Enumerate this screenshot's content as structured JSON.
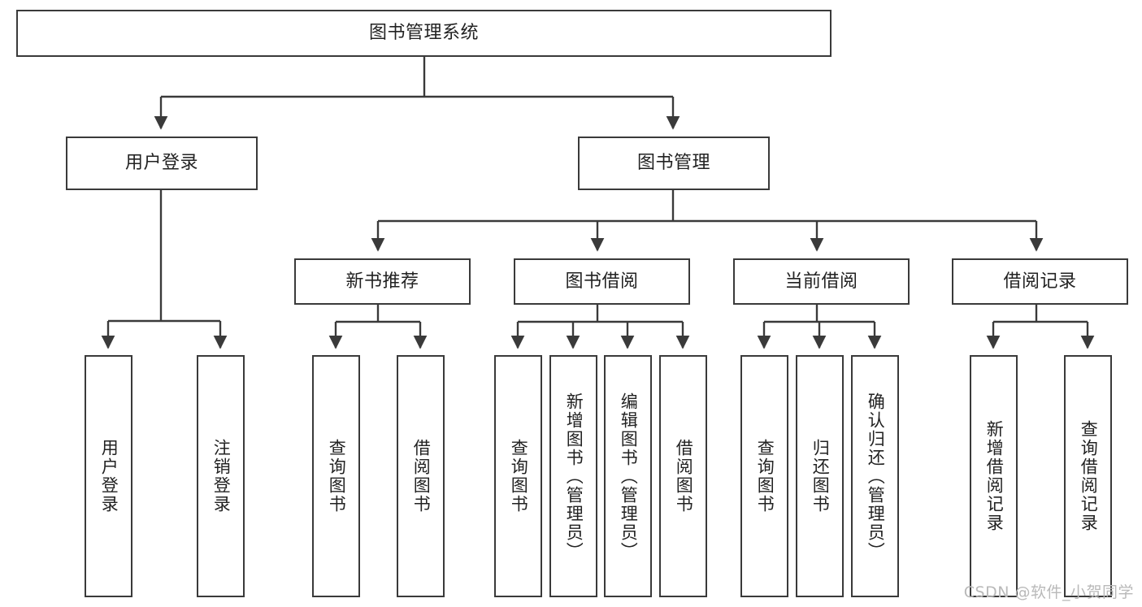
{
  "diagram": {
    "title_node": {
      "label": "图书管理系统"
    },
    "level2": [
      {
        "id": "user-login",
        "label": "用户登录"
      },
      {
        "id": "book-manage",
        "label": "图书管理"
      }
    ],
    "level3": [
      {
        "id": "new-book-recommend",
        "label": "新书推荐"
      },
      {
        "id": "book-borrow",
        "label": "图书借阅"
      },
      {
        "id": "current-borrow",
        "label": "当前借阅"
      },
      {
        "id": "borrow-record",
        "label": "借阅记录"
      }
    ],
    "leaves": [
      {
        "id": "leaf-user-login",
        "label": "用户登录"
      },
      {
        "id": "leaf-logout-login",
        "label": "注销登录"
      },
      {
        "id": "leaf-query-book-1",
        "label": "查询图书"
      },
      {
        "id": "leaf-borrow-book-1",
        "label": "借阅图书"
      },
      {
        "id": "leaf-query-book-2",
        "label": "查询图书"
      },
      {
        "id": "leaf-add-book",
        "label": "新增图书（管理员）"
      },
      {
        "id": "leaf-edit-book",
        "label": "编辑图书（管理员）"
      },
      {
        "id": "leaf-borrow-book-2",
        "label": "借阅图书"
      },
      {
        "id": "leaf-query-book-3",
        "label": "查询图书"
      },
      {
        "id": "leaf-return-book",
        "label": "归还图书"
      },
      {
        "id": "leaf-confirm-return",
        "label": "确认归还（管理员）"
      },
      {
        "id": "leaf-add-record",
        "label": "新增借阅记录"
      },
      {
        "id": "leaf-query-record",
        "label": "查询借阅记录"
      }
    ],
    "watermark": "CSDN @软件_小贺同学",
    "colors": {
      "stroke": "#3a3a3a",
      "text": "#222222",
      "background": "#ffffff",
      "watermark": "#b9b9b9"
    }
  }
}
